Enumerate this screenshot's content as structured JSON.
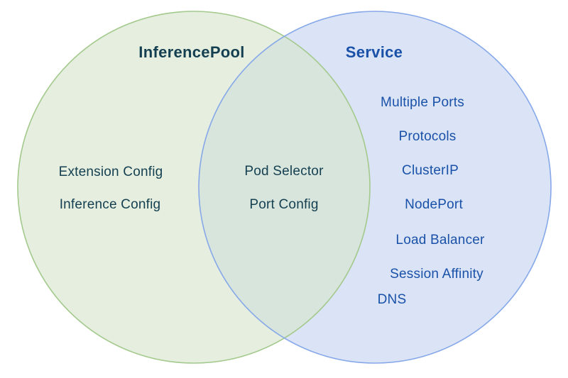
{
  "diagram": {
    "left_circle": {
      "title": "InferencePool",
      "items": [
        "Extension Config",
        "Inference Config"
      ]
    },
    "overlap": {
      "items": [
        "Pod Selector",
        "Port Config"
      ]
    },
    "right_circle": {
      "title": "Service",
      "items": [
        "Multiple Ports",
        "Protocols",
        "ClusterIP",
        "NodePort",
        "Load Balancer",
        "Session Affinity",
        "DNS"
      ]
    },
    "colors": {
      "green_fill": "#e6efdf",
      "green_stroke": "#a3c98c",
      "blue_fill": "#dae4f6",
      "blue_stroke": "#86a8e8",
      "overlap_fill": "#d8e5dc",
      "green_text": "#143f51",
      "blue_text": "#1a51a8"
    }
  }
}
